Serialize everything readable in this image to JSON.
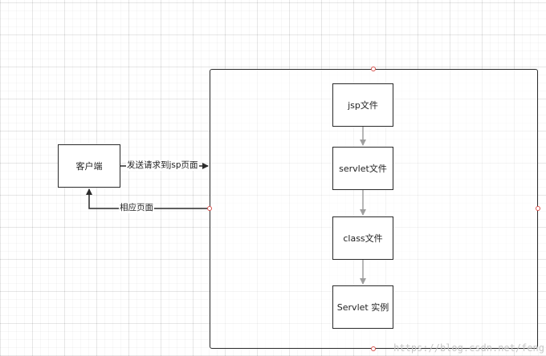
{
  "diagram": {
    "client_node": "客户端",
    "nodes": [
      "jsp文件",
      "servlet文件",
      "class文件",
      "Servlet 实例"
    ],
    "edges": {
      "request_label": "发送请求到jsp页面",
      "response_label": "相应页面"
    }
  },
  "watermark": "https://blog.csdn.net/feng",
  "colors": {
    "stroke": "#2b2b2b",
    "handle": "#d9534f",
    "background": "#ffffff"
  }
}
